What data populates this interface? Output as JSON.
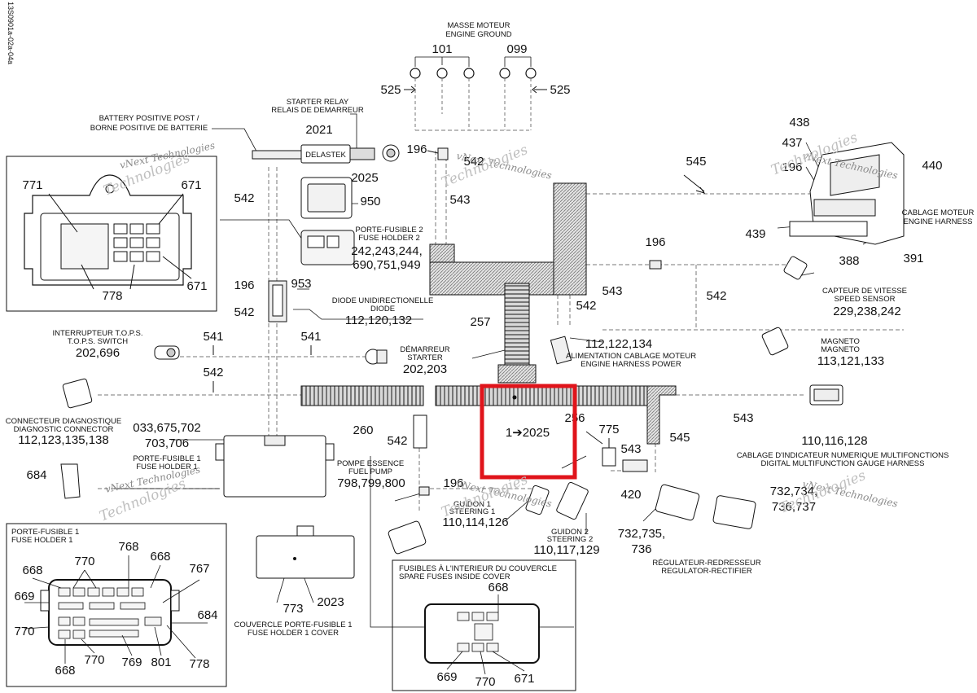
{
  "side_code": "13S0901a-02a-04a",
  "highlight": {
    "text": "1➔2025",
    "color": "#e0141b"
  },
  "labels": {
    "masse_fr": "MASSE MOTEUR",
    "masse_en": "ENGINE GROUND",
    "starter_relay_en": "STARTER RELAY",
    "starter_relay_fr": "RELAIS DE DEMARREUR",
    "battery_en": "BATTERY POSITIVE POST /",
    "battery_fr": "BORNE POSITIVE DE BATTERIE",
    "fuse2_fr": "PORTE-FUSIBLE 2",
    "fuse2_en": "FUSE HOLDER 2",
    "diode_fr": "DIODE UNIDIRECTIONELLE",
    "diode_en": "DIODE",
    "tops_fr": "INTERRUPTEUR T.O.P.S.",
    "tops_en": "T.O.P.S. SWITCH",
    "starter_fr": "DÉMARREUR",
    "starter_en": "STARTER",
    "diag_fr": "CONNECTEUR DIAGNOSTIQUE",
    "diag_en": "DIAGNOSTIC CONNECTOR",
    "fuse1_fr": "PORTE-FUSIBLE 1",
    "fuse1_en": "FUSE HOLDER 1",
    "pump_fr": "POMPE ESSENCE",
    "pump_en": "FUEL PUMP",
    "guidon1_fr": "GUIDON 1",
    "guidon1_en": "STEERING 1",
    "guidon2_fr": "GUIDON 2",
    "guidon2_en": "STEERING 2",
    "engine_harness_fr": "CABLAGE MOTEUR",
    "engine_harness_en": "ENGINE HARNESS",
    "speed_fr": "CAPTEUR DE VITESSE",
    "speed_en": "SPEED SENSOR",
    "magneto_fr": "MAGNETO",
    "magneto_en": "MAGNETO",
    "alim_fr": "ALIMENTATION CABLAGE MOTEUR",
    "alim_en": "ENGINE HARNESS POWER",
    "gauge_fr": "CABLAGE D'INDICATEUR NUMERIQUE MULTIFONCTIONS",
    "gauge_en": "DIGITAL MULTIFUNCTION GAUGE HARNESS",
    "reg_fr": "RÉGULATEUR-REDRESSEUR",
    "reg_en": "REGULATOR-RECTIFIER",
    "cover_fr": "COUVERCLE PORTE-FUSIBLE 1",
    "cover_en": "FUSE HOLDER 1 COVER",
    "fuse1_box_fr": "PORTE-FUSIBLE 1",
    "fuse1_box_en": "FUSE HOLDER 1",
    "spare_fr": "FUSIBLES À L'INTERIEUR DU COUVERCLE",
    "spare_en": "SPARE FUSES INSIDE COVER",
    "delastek": "DELASTEK"
  },
  "numbers": {
    "n101": "101",
    "n099": "099",
    "n525a": "525",
    "n525b": "525",
    "n2021": "2021",
    "n196a": "196",
    "n542a": "542",
    "n2025": "2025",
    "n950": "950",
    "n542b": "542",
    "n543a": "543",
    "n545a": "545",
    "n438": "438",
    "n437": "437",
    "n196b": "196",
    "n440": "440",
    "n439": "439",
    "n388": "388",
    "n391": "391",
    "n771": "771",
    "n671a": "671",
    "n778a": "778",
    "n671b": "671",
    "n196c": "196",
    "n953": "953",
    "n542c": "542",
    "fuse2_nums1": "242,243,244,",
    "fuse2_nums2": "690,751,949",
    "diode_nums": "112,120,132",
    "n257": "257",
    "n542d": "542",
    "n543b": "543",
    "n196d": "196",
    "n542e": "542",
    "speed_nums": "229,238,242",
    "alim_nums": "112,122,134",
    "magneto_nums": "113,121,133",
    "n541a": "541",
    "n541b": "541",
    "tops_nums": "202,696",
    "starter_nums": "202,203",
    "n542f": "542",
    "diag_nums": "112,123,135,138",
    "fuse1_nums1": "033,675,702",
    "fuse1_nums2": "703,706",
    "n260": "260",
    "n256": "256",
    "n543c": "543",
    "gauge_nums": "110,116,128",
    "n542g": "542",
    "n775": "775",
    "n543d": "543",
    "n545b": "545",
    "n684a": "684",
    "pump_nums": "798,799,800",
    "n196e": "196",
    "guidon1_nums": "110,114,126",
    "guidon2_nums": "110,117,129",
    "n420": "420",
    "reg_nums1": "732,735,",
    "reg_nums2": "736",
    "reg_nums3": "732,734,",
    "reg_nums4": "736,737",
    "n768": "768",
    "n770a": "770",
    "n668a": "668",
    "n668b": "668",
    "n767": "767",
    "n669a": "669",
    "n684b": "684",
    "n770b": "770",
    "n668c": "668",
    "n770c": "770",
    "n769": "769",
    "n801": "801",
    "n778b": "778",
    "n773": "773",
    "n2023": "2023",
    "n668d": "668",
    "n669b": "669",
    "n770d": "770",
    "n671c": "671"
  },
  "watermarks": {
    "company": "vNext Technologies",
    "brand1": "vNext",
    "brand2": "Technologies"
  }
}
